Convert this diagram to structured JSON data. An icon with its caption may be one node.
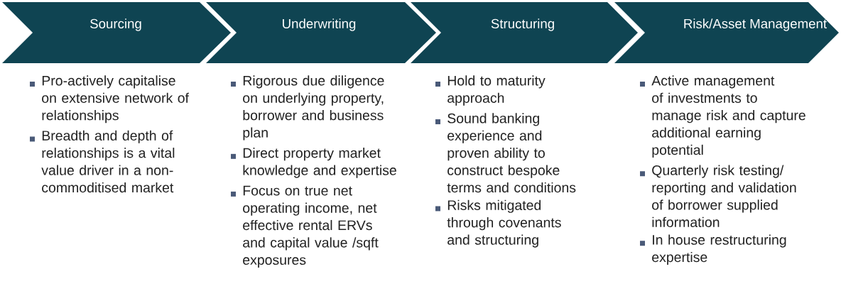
{
  "diagram": {
    "nodes": [
      {
        "text": [
          "Sourcing"
        ],
        "beside": [
          "Pro-actively capitalise on extensive network of relationships",
          "Breadth and depth of relationships is a vital value driver in a non-commoditised market"
        ]
      },
      {
        "text": [
          "Underwriting"
        ],
        "beside": [
          "Rigorous due diligence on underlying property, borrower and business plan",
          "Direct property market knowledge and expertise",
          "Focus on true net operating income, net effective rental ERVs and capital value /sqft exposures"
        ]
      },
      {
        "text": [
          "Structuring"
        ],
        "beside": [
          "Hold to maturity approach",
          "Sound banking experience and proven ability to construct bespoke terms and conditions",
          "Risks mitigated through covenants and structuring"
        ]
      },
      {
        "text": [
          "Risk/Asset Management"
        ],
        "beside": [
          "Active management of investments to manage risk and capture additional earning potential",
          "Quarterly risk testing/ reporting and validation of borrower supplied information",
          "In house restructuring expertise"
        ]
      }
    ]
  }
}
